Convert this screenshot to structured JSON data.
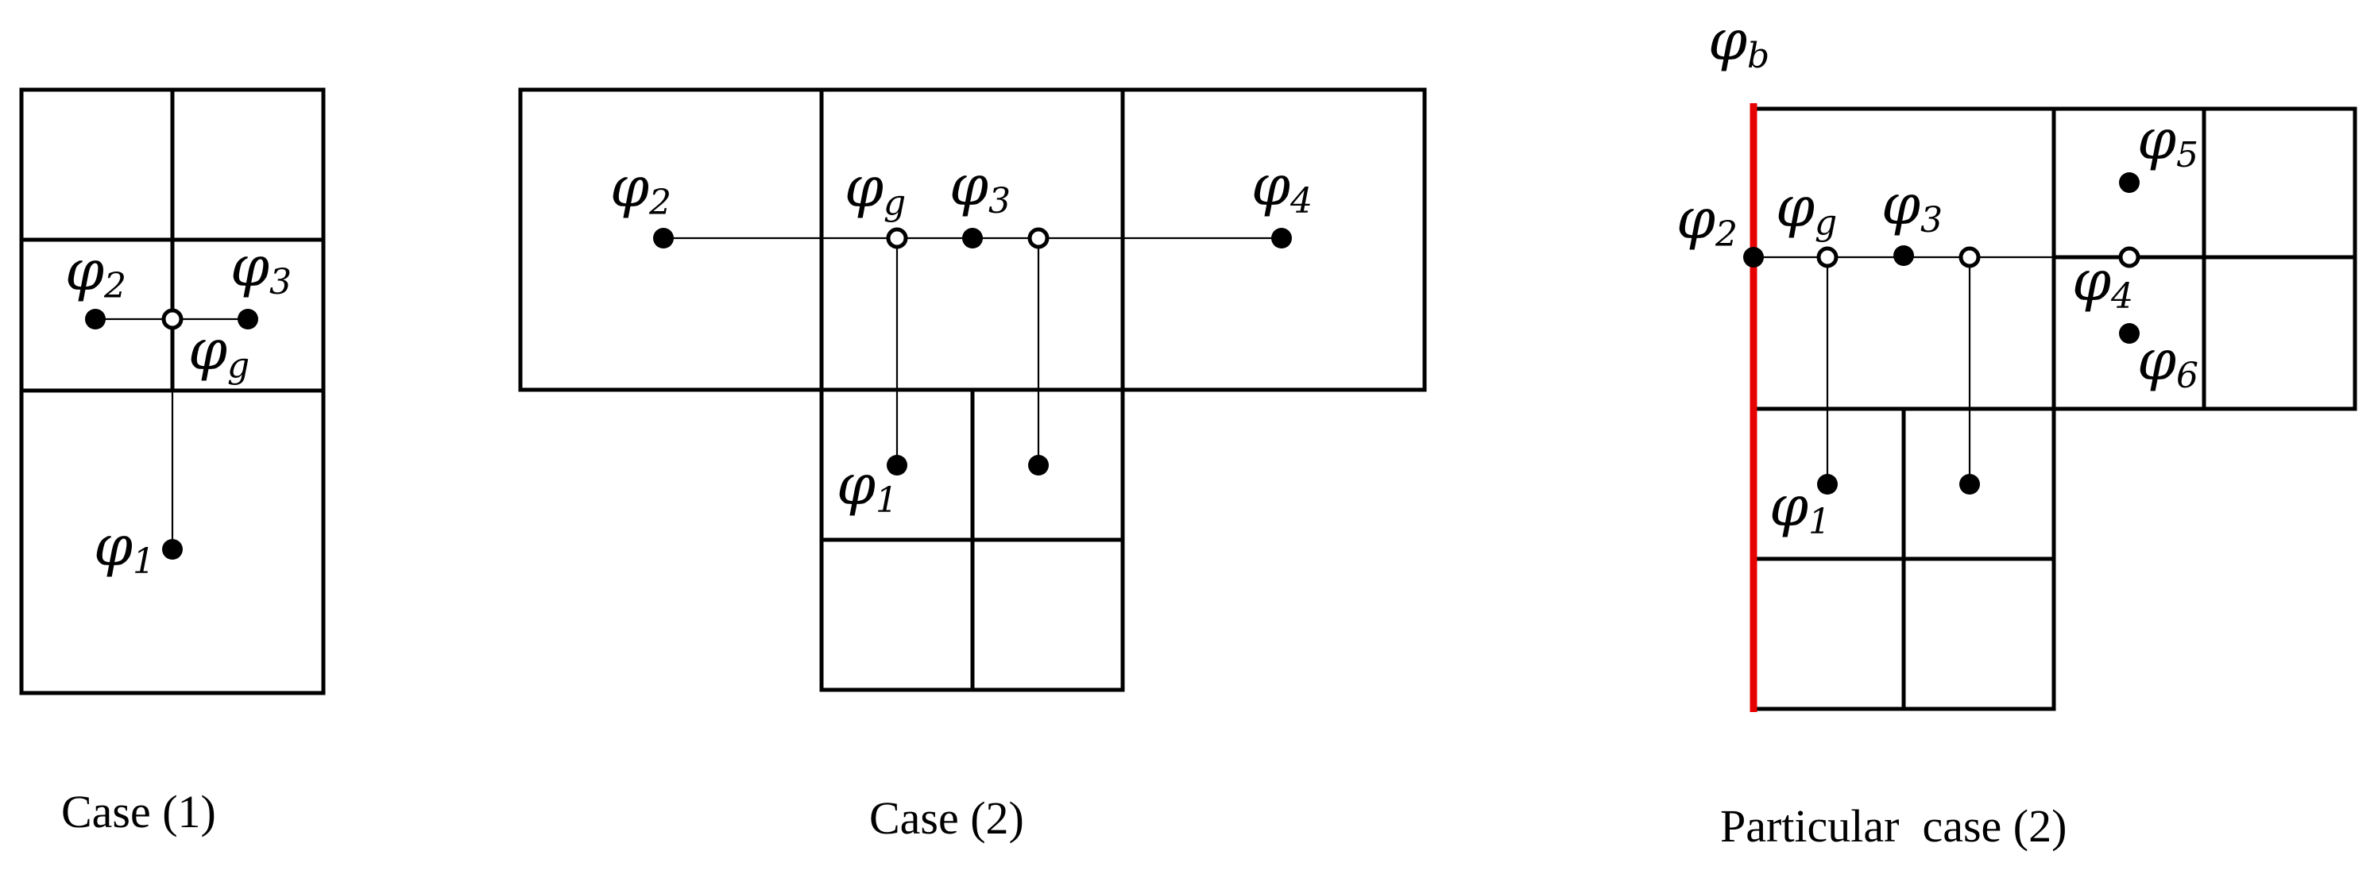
{
  "captions": {
    "case1": "Case (1)",
    "case2": "Case (2)",
    "case3": "Particular  case (2)"
  },
  "symbols": {
    "phi": "φ",
    "s1": "1",
    "s2": "2",
    "s3": "3",
    "s4": "4",
    "s5": "5",
    "s6": "6",
    "g": "g",
    "b": "b"
  },
  "colors": {
    "boundary": "#e60000",
    "lines": "#000000"
  }
}
